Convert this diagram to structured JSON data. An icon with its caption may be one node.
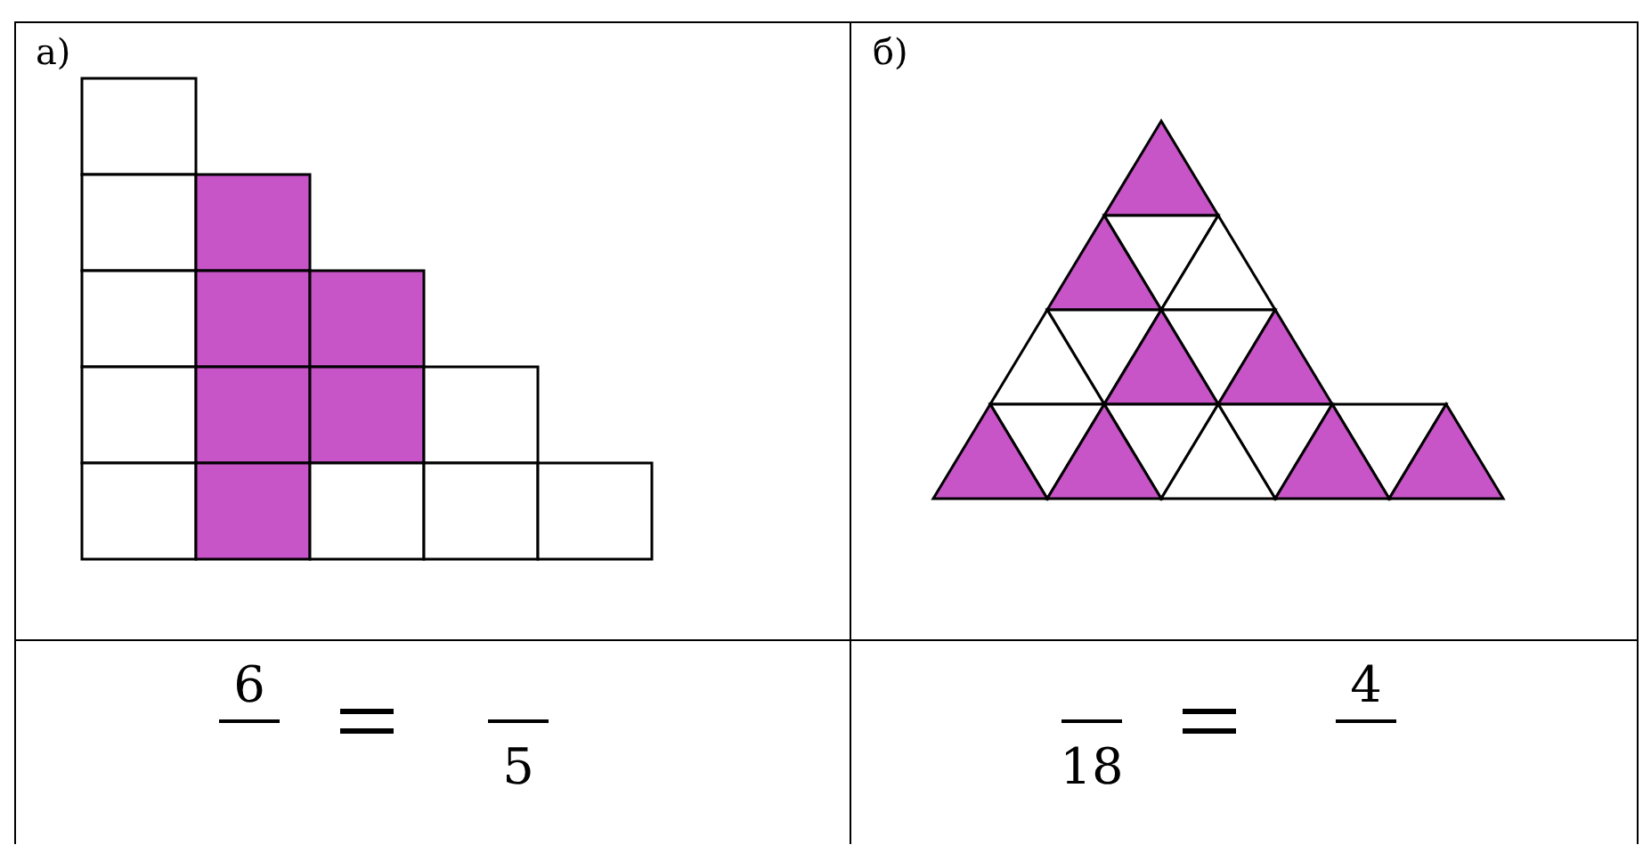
{
  "diagram": {
    "labels": [
      "а)",
      "б)",
      "6",
      "5",
      "18",
      "4"
    ]
  }
}
